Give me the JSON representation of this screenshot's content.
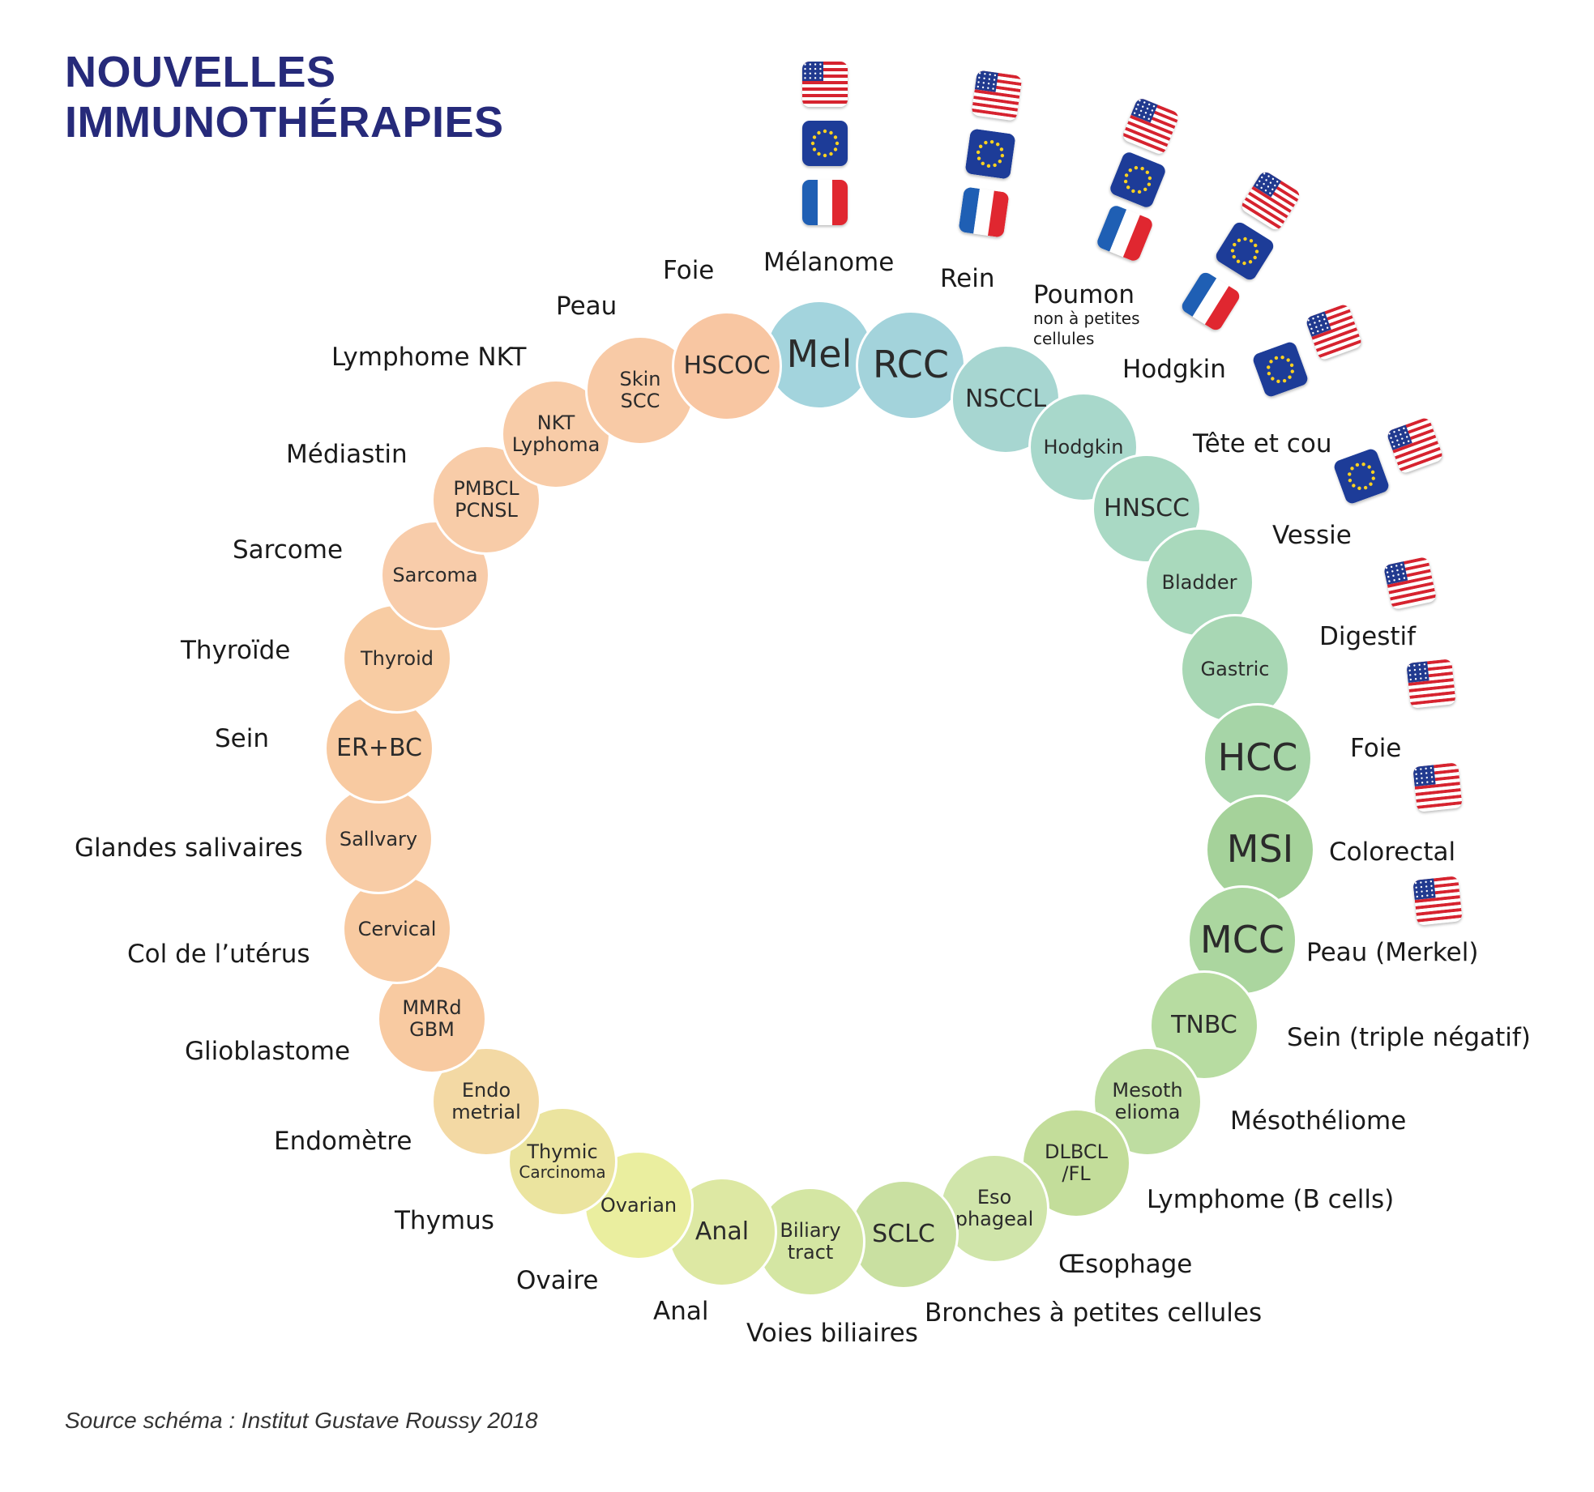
{
  "title": [
    "NOUVELLES",
    "IMMUNOTHÉRAPIES"
  ],
  "source": "Source schéma  : Institut Gustave Roussy 2018",
  "bubbles": [
    {
      "lines": [
        "Mel"
      ],
      "fr": "Mélanome",
      "flags": [
        "us",
        "eu",
        "fr"
      ],
      "color": "#a3d4dd",
      "big": true
    },
    {
      "lines": [
        "RCC"
      ],
      "fr": "Rein",
      "flags": [
        "us",
        "eu",
        "fr"
      ],
      "color": "#a3d3db",
      "big": true
    },
    {
      "lines": [
        "NSCCL"
      ],
      "fr": "Poumon",
      "fr_sub": [
        "non à petites",
        "cellules"
      ],
      "flags": [
        "us",
        "eu",
        "fr"
      ],
      "color": "#a7d6d1"
    },
    {
      "lines": [
        "Hodgkin"
      ],
      "fr": "Hodgkin",
      "flags": [
        "us",
        "eu",
        "fr"
      ],
      "color": "#a8d8cb"
    },
    {
      "lines": [
        "HNSCC"
      ],
      "fr": "Tête et cou",
      "flags": [
        "eu",
        "us"
      ],
      "color": "#a9d9c4"
    },
    {
      "lines": [
        "Bladder"
      ],
      "fr": "Vessie",
      "flags": [
        "eu",
        "us"
      ],
      "color": "#a9d9bc"
    },
    {
      "lines": [
        "Gastric"
      ],
      "fr": "Digestif",
      "flags": [
        "us"
      ],
      "color": "#a8d7b4"
    },
    {
      "lines": [
        "HCC"
      ],
      "fr": "Foie",
      "flags": [
        "us"
      ],
      "color": "#a6d5a7",
      "big": true
    },
    {
      "lines": [
        "MSI"
      ],
      "fr": "Colorectal",
      "flags": [
        "us"
      ],
      "color": "#a5d29a",
      "big": true
    },
    {
      "lines": [
        "MCC"
      ],
      "fr": "Peau (Merkel)",
      "flags": [
        "us"
      ],
      "color": "#abd69f",
      "big": true
    },
    {
      "lines": [
        "TNBC"
      ],
      "fr": "Sein (triple négatif)",
      "flags": [],
      "color": "#b7dca1"
    },
    {
      "lines": [
        "Mesoth",
        "elioma"
      ],
      "fr": "Mésothéliome",
      "flags": [],
      "color": "#bedda1"
    },
    {
      "lines": [
        "DLBCL",
        "/FL"
      ],
      "fr": "Lymphome (B cells)",
      "flags": [],
      "color": "#c3dd9a"
    },
    {
      "lines": [
        "Eso",
        "phageal"
      ],
      "fr": "Œsophage",
      "flags": [],
      "color": "#d0e5aa"
    },
    {
      "lines": [
        "SCLC"
      ],
      "fr": "Bronches à petites cellules",
      "flags": [],
      "color": "#c9e0a1"
    },
    {
      "lines": [
        "Biliary",
        "tract"
      ],
      "fr": "Voies biliaires",
      "flags": [],
      "color": "#d4e6a3"
    },
    {
      "lines": [
        "Anal"
      ],
      "fr": "Anal",
      "flags": [],
      "color": "#dde8a3"
    },
    {
      "lines": [
        "Ovarian"
      ],
      "fr": "Ovaire",
      "flags": [],
      "color": "#eaee9f"
    },
    {
      "lines": [
        "Thymic",
        "Carcinoma"
      ],
      "fr": "Thymus",
      "flags": [],
      "color": "#ebe49f"
    },
    {
      "lines": [
        "Endo",
        "metrial"
      ],
      "fr": "Endomètre",
      "flags": [],
      "color": "#f3d9a4"
    },
    {
      "lines": [
        "MMRd",
        "GBM"
      ],
      "fr": "Glioblastome",
      "flags": [],
      "color": "#f8caa1"
    },
    {
      "lines": [
        "Cervical"
      ],
      "fr": "Col de l’utérus",
      "flags": [],
      "color": "#f8caa1"
    },
    {
      "lines": [
        "Sallvary"
      ],
      "fr": "Glandes salivaires",
      "flags": [],
      "color": "#f8cca6"
    },
    {
      "lines": [
        "ER+BC"
      ],
      "fr": "Sein",
      "flags": [],
      "color": "#f8caa1"
    },
    {
      "lines": [
        "Thyroid"
      ],
      "fr": "Thyroïde",
      "flags": [],
      "color": "#f8cca3"
    },
    {
      "lines": [
        "Sarcoma"
      ],
      "fr": "Sarcome",
      "flags": [],
      "color": "#f8ccaa"
    },
    {
      "lines": [
        "PMBCL",
        "PCNSL"
      ],
      "fr": "Médiastin",
      "flags": [],
      "color": "#f8cca8"
    },
    {
      "lines": [
        "NKT",
        "Lyphoma"
      ],
      "fr": "Lymphome NKT",
      "flags": [],
      "color": "#f8cca8"
    },
    {
      "lines": [
        "Skin",
        "SCC"
      ],
      "fr": "Peau",
      "flags": [],
      "color": "#f8caa6"
    },
    {
      "lines": [
        "HSCOC"
      ],
      "fr": "Foie",
      "flags": [],
      "color": "#f8c6a2"
    }
  ]
}
